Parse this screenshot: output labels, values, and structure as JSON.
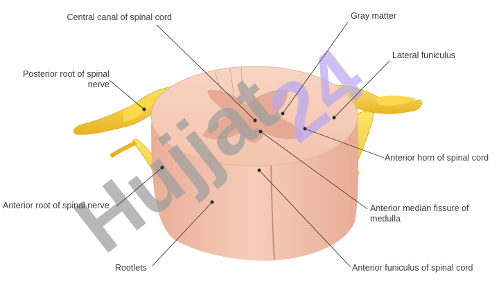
{
  "labels": {
    "central_canal": "Central canal of spinal cord",
    "posterior_root": "Posterior root of spinal\nnerve",
    "anterior_root": "Anterior root of spinal nerve",
    "rootlets": "Rootlets",
    "gray_matter": "Gray matter",
    "lateral_funiculus": "Lateral funiculus",
    "anterior_horn": "Anterior horn of spinal cord",
    "anterior_median_fissure": "Anterior median fissure of\nmedulla",
    "anterior_funiculus": "Anterior funiculus of spinal cord"
  },
  "watermark": {
    "gray_text": "Hujjat",
    "purple_text": "24"
  },
  "colors": {
    "white_matter": "#f6cbb6",
    "white_matter_shade": "#eab39c",
    "gray_matter": "#e3a58f",
    "nerve": "#f5d23a",
    "nerve_shade": "#e5b41e",
    "watermark_gray": "#9e9e9e",
    "watermark_purple": "#b9a8f0"
  }
}
